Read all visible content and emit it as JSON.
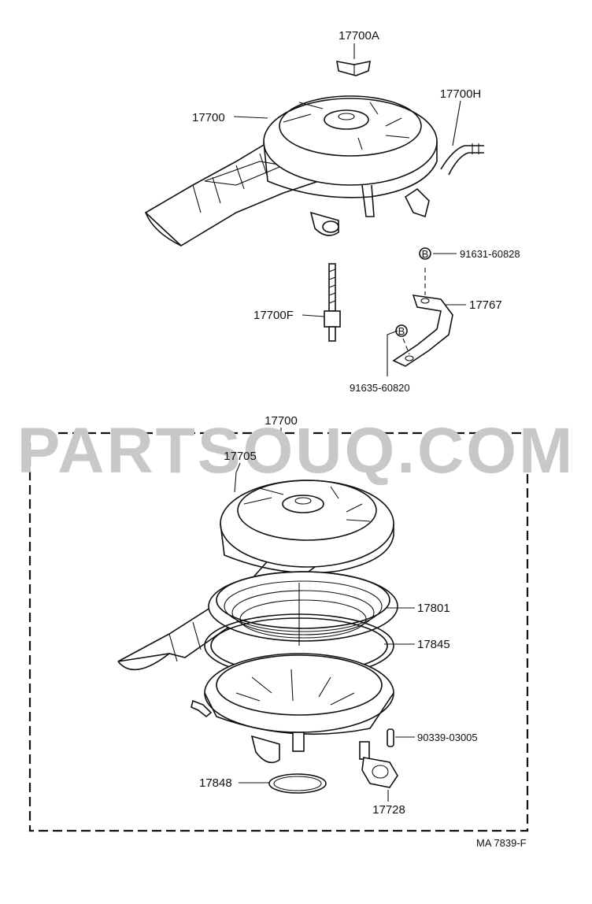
{
  "watermark": "PARTSOUQ.COM",
  "drawing_code": "MA 7839-F",
  "callouts": {
    "p17700A": "17700A",
    "p17700H": "17700H",
    "p17700_top": "17700",
    "p91631": "91631-60828",
    "p17767": "17767",
    "p17700F": "17700F",
    "p91635": "91635-60820",
    "p17700_assy": "17700",
    "p17705": "17705",
    "p17801": "17801",
    "p17845": "17845",
    "p90339": "90339-03005",
    "p17848": "17848",
    "p17728": "17728"
  },
  "markers": {
    "b1": "B",
    "b2": "B"
  }
}
